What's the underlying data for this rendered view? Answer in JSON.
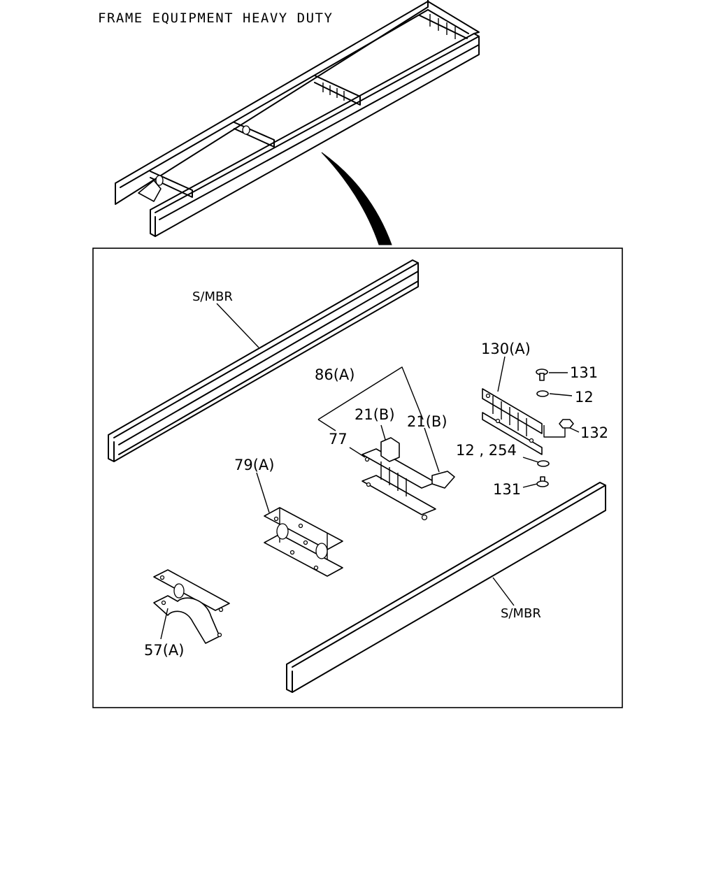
{
  "title": "FRAME EQUIPMENT HEAVY DUTY",
  "labels": {
    "side_member_upper": "S/MBR",
    "side_member_lower": "S/MBR",
    "p130a": "130(A)",
    "p131_top": "131",
    "p12": "12",
    "p132": "132",
    "p12_254": "12 , 254",
    "p131_bottom": "131",
    "p86a": "86(A)",
    "p21b_left": "21(B)",
    "p21b_right": "21(B)",
    "p77": "77",
    "p79a": "79(A)",
    "p57a": "57(A)"
  },
  "icons": {
    "pointer": "curved-arrow-icon",
    "bolt": "bolt-icon",
    "washer": "washer-icon",
    "nut": "nut-icon"
  }
}
